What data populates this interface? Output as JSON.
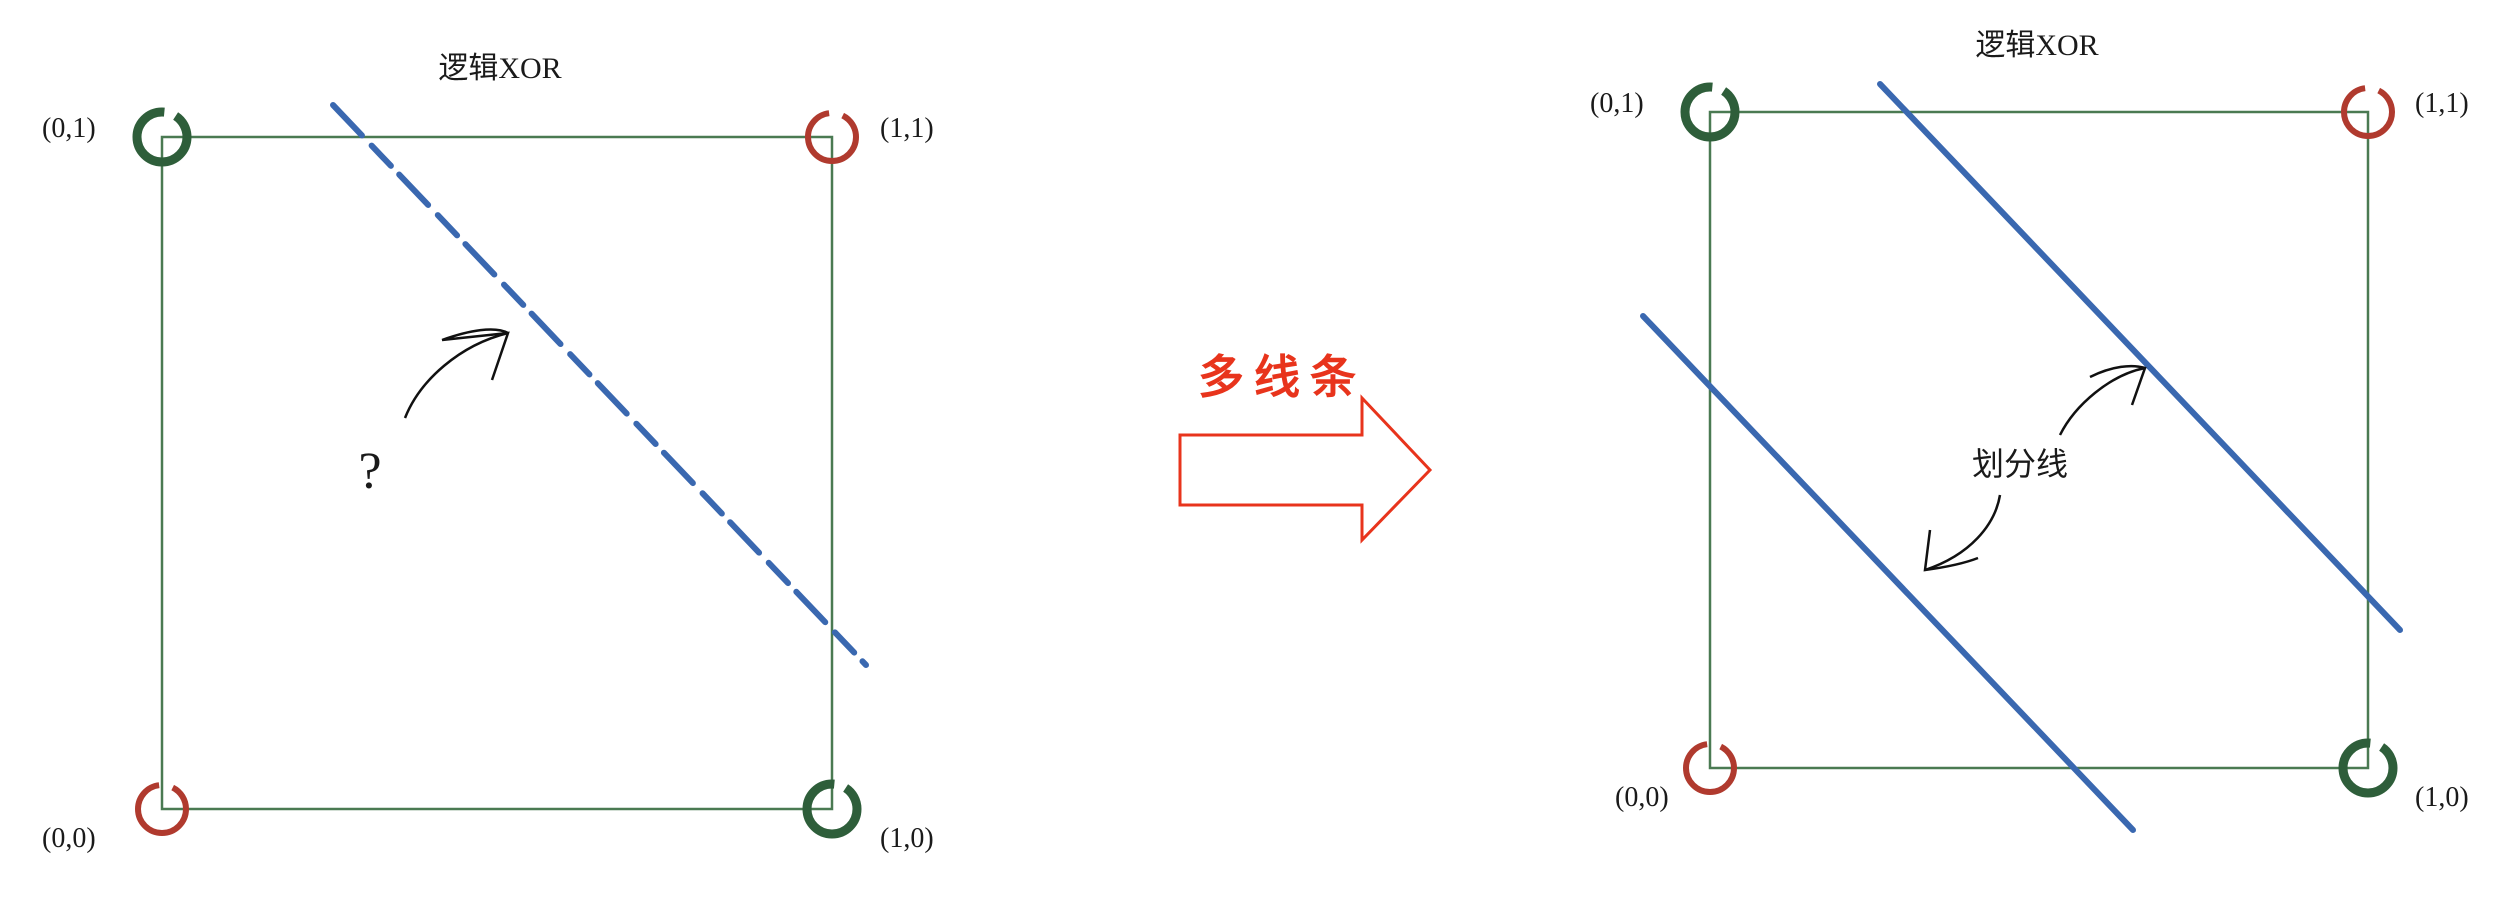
{
  "left_panel": {
    "title": "逻辑XOR",
    "corner_labels": {
      "top_left": "(0,1)",
      "top_right": "(1,1)",
      "bottom_left": "(0,0)",
      "bottom_right": "(1,0)"
    },
    "question_mark": "?"
  },
  "middle_arrow": {
    "label": "多线条"
  },
  "right_panel": {
    "title": "逻辑XOR",
    "corner_labels": {
      "top_left": "(0,1)",
      "top_right": "(1,1)",
      "bottom_left": "(0,0)",
      "bottom_right": "(1,0)"
    },
    "annotation": "划分线"
  },
  "colors": {
    "green_class": "#2e5e3a",
    "red_class": "#b03a2e",
    "line_blue": "#3a68b0",
    "square_stroke": "#4a7a52",
    "arrow_red": "#e8341c"
  }
}
